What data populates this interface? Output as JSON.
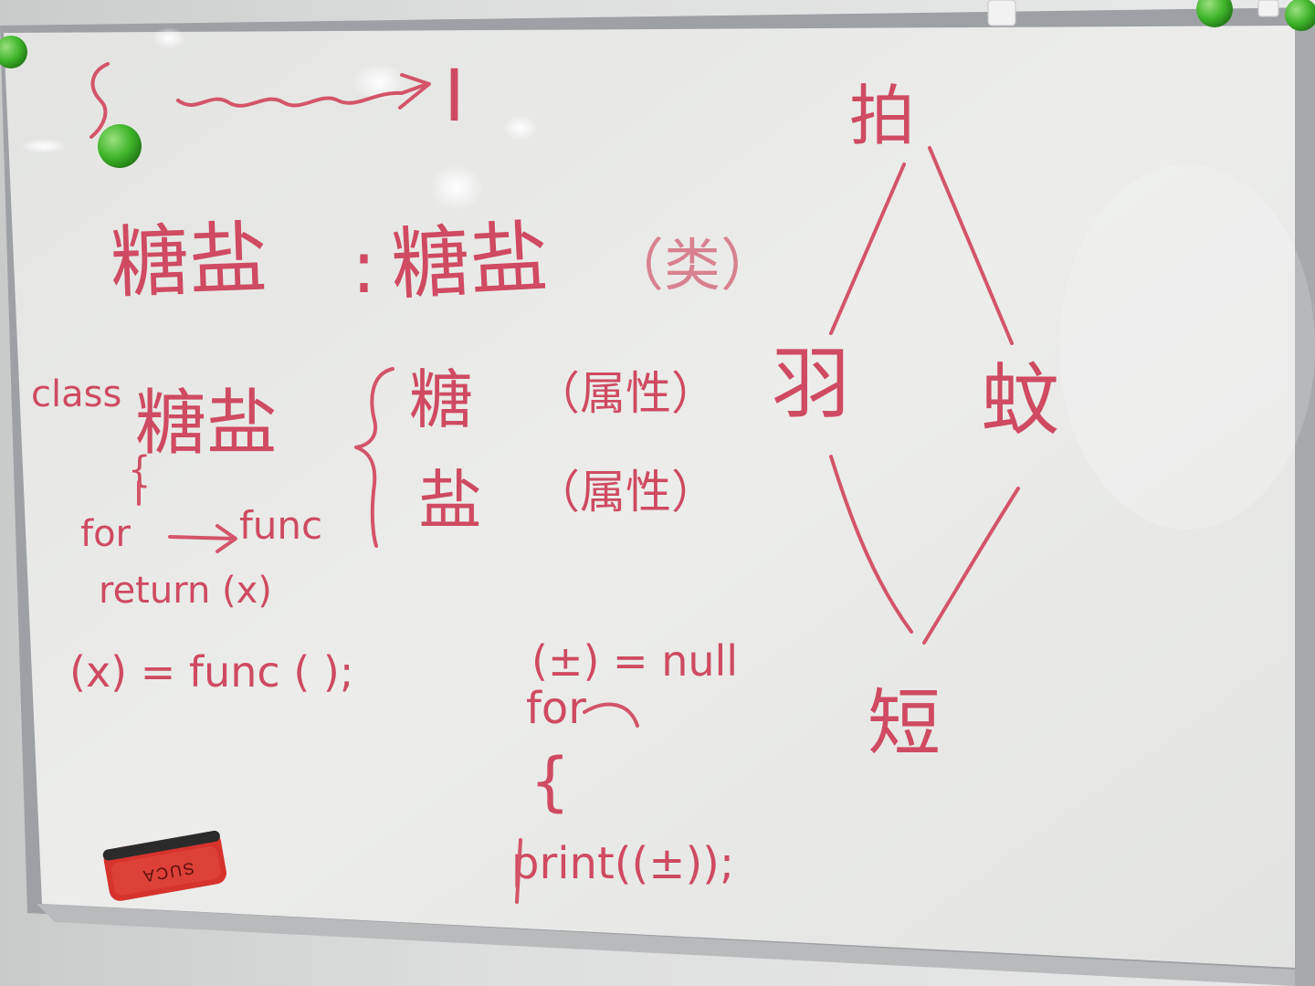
{
  "colors": {
    "ink": "#d4546a",
    "board": "#e8e9e7",
    "frame": "#8e9296",
    "magnet": "#3fb52a",
    "eraser": "#d6332c"
  },
  "board": {
    "top_left": {
      "arrow_end": "I"
    },
    "title_line": {
      "left": "糖盐",
      "colon": ":",
      "right": "糖盐",
      "paren": "（类）"
    },
    "class_block": {
      "keyword": "class",
      "name": "糖盐",
      "brace": "{",
      "line_for": "for",
      "arrow_target": "func",
      "return_line": "return (x)",
      "call_line": "(x) = func (   );"
    },
    "attributes": [
      {
        "name": "糖",
        "note": "（属性）"
      },
      {
        "name": "盐",
        "note": "（属性）"
      }
    ],
    "code_block": {
      "line1": "(±) = null",
      "line2": "for",
      "line3": "{",
      "line4": "print((±));"
    },
    "diamond": {
      "top": "拍",
      "left": "羽",
      "right": "蚊",
      "bottom": "短"
    },
    "eraser": {
      "brand": "SUCA"
    }
  }
}
